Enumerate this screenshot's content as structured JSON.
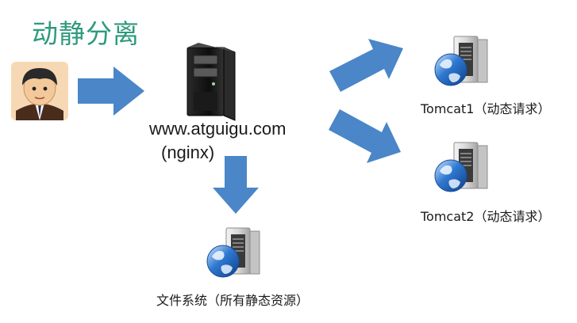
{
  "title": "动静分离",
  "proxy": {
    "domain": "www.atguigu.com",
    "server": "(nginx)"
  },
  "backends": [
    {
      "label": "Tomcat1（动态请求）"
    },
    {
      "label": "Tomcat2（动态请求）"
    }
  ],
  "static_server": {
    "label": "文件系统（所有静态资源）"
  },
  "colors": {
    "title": "#2e9a7c",
    "arrow": "#4a86c8",
    "text": "#1a1a1a"
  },
  "icons": [
    "user-avatar-icon",
    "server-tower-icon",
    "web-server-globe-icon"
  ]
}
